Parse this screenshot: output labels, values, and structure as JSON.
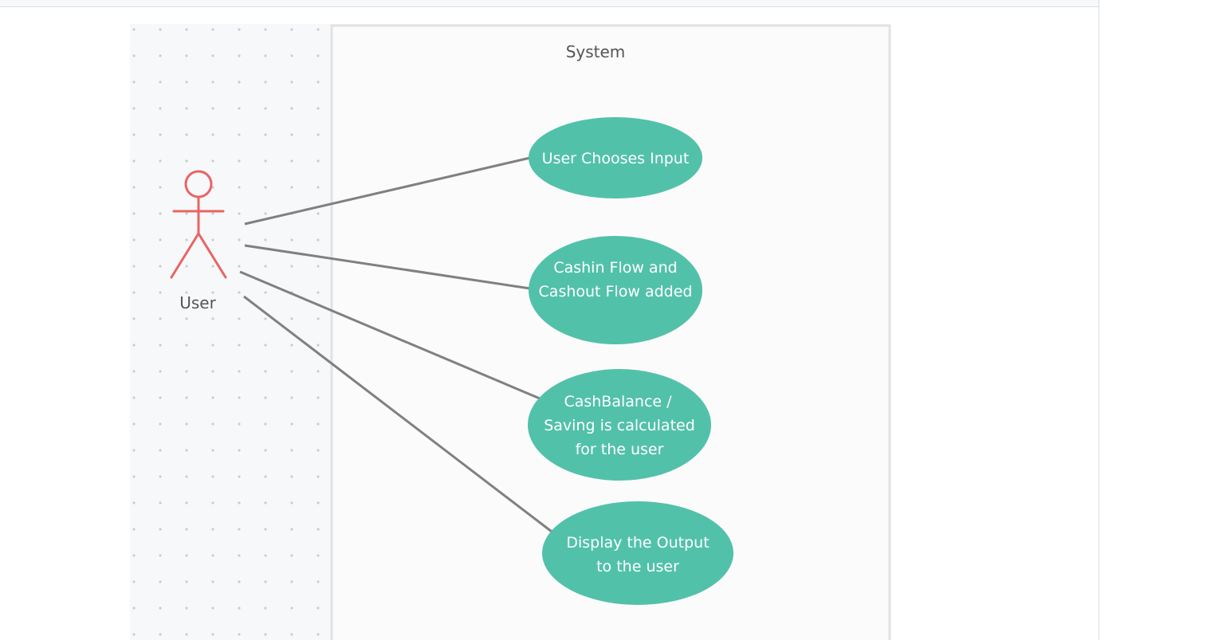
{
  "system": {
    "label": "System"
  },
  "actor": {
    "label": "User",
    "color": "#e96464"
  },
  "use_cases": [
    {
      "lines": [
        "User Chooses Input"
      ]
    },
    {
      "lines": [
        "Cashin Flow and",
        "Cashout Flow added"
      ]
    },
    {
      "lines": [
        "CashBalance /",
        "Saving is calculated",
        "for the user"
      ]
    },
    {
      "lines": [
        "Display the Output",
        "to the user"
      ]
    }
  ],
  "colors": {
    "use_case_fill": "#52c1aa",
    "association_line": "#808080",
    "system_border": "#e2e2e2",
    "system_fill": "#fcfbfb",
    "canvas_bg": "#f7f8fa",
    "grid_dot": "#c9cdd3"
  }
}
